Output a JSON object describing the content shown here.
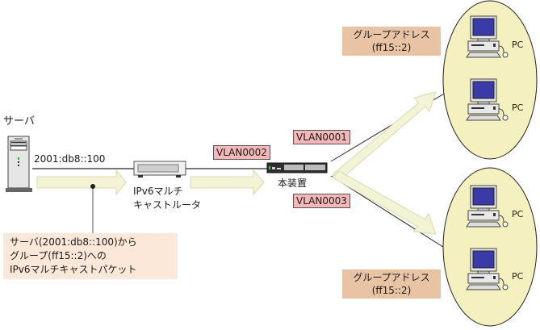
{
  "server": {
    "title": "サーバ",
    "address": "2001:db8::100"
  },
  "router": {
    "label_line1": "IPv6マルチ",
    "label_line2": "キャストルータ"
  },
  "switch": {
    "label": "本装置"
  },
  "vlans": [
    {
      "id": "vlan-0002",
      "label": "VLAN0002"
    },
    {
      "id": "vlan-0001",
      "label": "VLAN0001"
    },
    {
      "id": "vlan-0003",
      "label": "VLAN0003"
    }
  ],
  "groups": [
    {
      "line1": "グループアドレス",
      "line2": "(ff15::2)"
    },
    {
      "line1": "グループアドレス",
      "line2": "(ff15::2)"
    }
  ],
  "note": {
    "line1": "サーバ(2001:db8::100)から",
    "line2": "グループ(ff15::2)への",
    "line3": "IPv6マルチキャストパケット"
  },
  "pcs": [
    {
      "label": "PC"
    },
    {
      "label": "PC"
    },
    {
      "label": "PC"
    },
    {
      "label": "PC"
    }
  ],
  "colors": {
    "arrow_fill": "#f3f3d6",
    "ellipse_fill": "#f5f0c0",
    "vlan_fill": "#f5b8b8",
    "group_fill": "#e8c3a4",
    "note_fill": "#fbe8d8"
  }
}
